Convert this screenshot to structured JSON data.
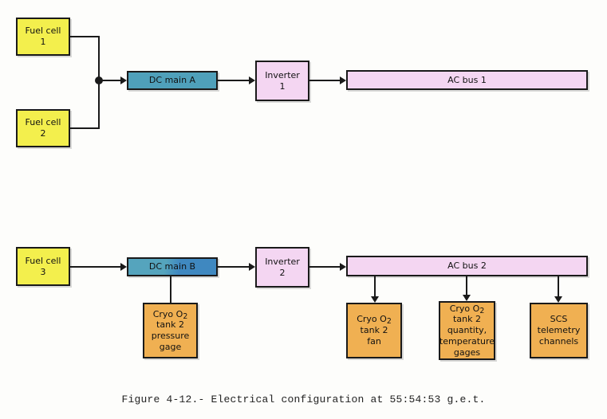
{
  "diagram": {
    "top_row": {
      "fuel_cell_1": {
        "line1": "Fuel cell",
        "line2": "1"
      },
      "fuel_cell_2": {
        "line1": "Fuel cell",
        "line2": "2"
      },
      "dc_main_a": {
        "label": "DC main A"
      },
      "inverter_1": {
        "line1": "Inverter",
        "line2": "1"
      },
      "ac_bus_1": {
        "label": "AC bus 1"
      }
    },
    "bottom_row": {
      "fuel_cell_3": {
        "line1": "Fuel cell",
        "line2": "3"
      },
      "dc_main_b": {
        "label": "DC main B"
      },
      "inverter_2": {
        "line1": "Inverter",
        "line2": "2"
      },
      "ac_bus_2": {
        "label": "AC bus 2"
      },
      "cryo_pressure_gage": {
        "line1_pre": "Cryo O",
        "line1_sub": "2",
        "line2": "tank 2",
        "line3": "pressure",
        "line4": "gage"
      },
      "cryo_fan": {
        "line1_pre": "Cryo O",
        "line1_sub": "2",
        "line2": "tank 2",
        "line3": "fan"
      },
      "cryo_quantity_gages": {
        "line1_pre": "Cryo O",
        "line1_sub": "2",
        "line2": "tank 2",
        "line3": "quantity,",
        "line4": "temperature",
        "line5": "gages"
      },
      "scs_telemetry": {
        "line1": "SCS",
        "line2": "telemetry",
        "line3": "channels"
      }
    },
    "caption": "Figure 4-12.- Electrical configuration at 55:54:53 g.e.t."
  },
  "colors": {
    "fuel_cell_yellow": "#f3ef4d",
    "dc_main_teal": "#4fa0ba",
    "dc_main_b_blue": "#3f88c0",
    "inverter_pink": "#f4d6f2",
    "ac_bus_pink": "#f4d6f2",
    "load_orange": "#f0b052",
    "line_black": "#1a1a1a"
  }
}
